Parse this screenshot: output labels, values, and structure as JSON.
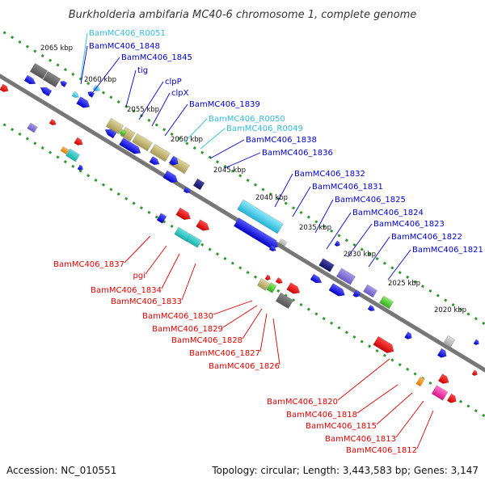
{
  "title": "Burkholderia ambifaria MC40-6 chromosome 1, complete genome",
  "footer": {
    "accession": "Accession: NC_010551",
    "summary": "Topology: circular; Length: 3,443,583 bp; Genes: 3,147"
  },
  "colors": {
    "backbone": "#777777",
    "dots": "#2e9a2e",
    "label_blue": "#0000cc",
    "label_cyan": "#33bbdd",
    "label_red": "#dd0000"
  },
  "kbp_ticks": [
    "2065 kbp",
    "2060 kbp",
    "2055 kbp",
    "2050 kbp",
    "2045 kbp",
    "2040 kbp",
    "2035 kbp",
    "2030 kbp",
    "2025 kbp",
    "2020 kbp"
  ],
  "upper_labels": [
    {
      "text": "BamMC406_R0051",
      "tone": "cyan"
    },
    {
      "text": "BamMC406_1848",
      "tone": "blue"
    },
    {
      "text": "BamMC406_1845",
      "tone": "blue"
    },
    {
      "text": "tig",
      "tone": "blue"
    },
    {
      "text": "clpP",
      "tone": "blue"
    },
    {
      "text": "clpX",
      "tone": "blue"
    },
    {
      "text": "BamMC406_1839",
      "tone": "blue"
    },
    {
      "text": "BamMC406_R0050",
      "tone": "cyan"
    },
    {
      "text": "BamMC406_R0049",
      "tone": "cyan"
    },
    {
      "text": "BamMC406_1838",
      "tone": "blue"
    },
    {
      "text": "BamMC406_1836",
      "tone": "blue"
    },
    {
      "text": "BamMC406_1832",
      "tone": "blue"
    },
    {
      "text": "BamMC406_1831",
      "tone": "blue"
    },
    {
      "text": "BamMC406_1825",
      "tone": "blue"
    },
    {
      "text": "BamMC406_1824",
      "tone": "blue"
    },
    {
      "text": "BamMC406_1823",
      "tone": "blue"
    },
    {
      "text": "BamMC406_1822",
      "tone": "blue"
    },
    {
      "text": "BamMC406_1821",
      "tone": "blue"
    }
  ],
  "lower_labels": [
    {
      "text": "BamMC406_1837",
      "tone": "red"
    },
    {
      "text": "pgi",
      "tone": "red"
    },
    {
      "text": "BamMC406_1834",
      "tone": "red"
    },
    {
      "text": "BamMC406_1833",
      "tone": "red"
    },
    {
      "text": "BamMC406_1830",
      "tone": "red"
    },
    {
      "text": "BamMC406_1829",
      "tone": "red"
    },
    {
      "text": "BamMC406_1828",
      "tone": "red"
    },
    {
      "text": "BamMC406_1827",
      "tone": "red"
    },
    {
      "text": "BamMC406_1826",
      "tone": "red"
    },
    {
      "text": "BamMC406_1820",
      "tone": "red"
    },
    {
      "text": "BamMC406_1818",
      "tone": "red"
    },
    {
      "text": "BamMC406_1815",
      "tone": "red"
    },
    {
      "text": "BamMC406_1813",
      "tone": "red"
    },
    {
      "text": "BamMC406_1812",
      "tone": "red"
    }
  ]
}
